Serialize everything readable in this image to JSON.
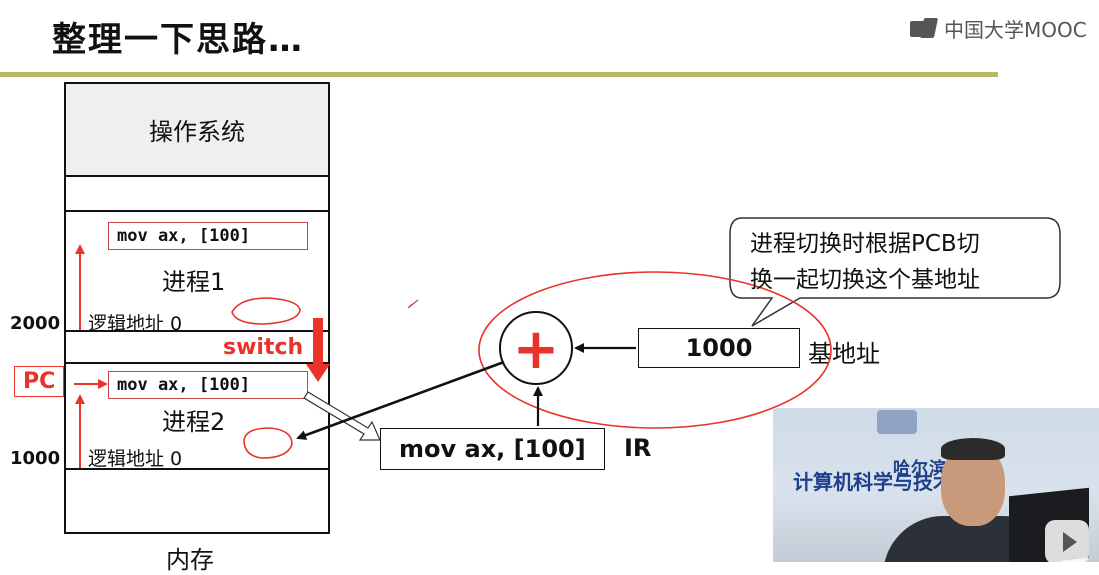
{
  "slide": {
    "title": "整理一下思路…",
    "logo_text": "中国大学MOOC"
  },
  "memory": {
    "os_label": "操作系统",
    "process1": {
      "code": "mov ax, [100]",
      "name": "进程1",
      "logical_addr": "逻辑地址 0",
      "base_addr": "2000"
    },
    "process2": {
      "code": "mov ax, [100]",
      "name": "进程2",
      "logical_addr": "逻辑地址 0",
      "base_addr": "1000"
    },
    "caption": "内存"
  },
  "switch_label": "switch",
  "pc_label": "PC",
  "ir": {
    "code": "mov ax, [100]",
    "label": "IR"
  },
  "adder_symbol": "+",
  "base_register": {
    "value": "1000",
    "label": "基地址"
  },
  "callout": {
    "line1": "进程切换时根据PCB切",
    "line2": "换一起切换这个基地址"
  },
  "video": {
    "school_text": "哈尔滨工业",
    "college_text": "计算机科学与技术学院",
    "play_icon": "play-icon"
  },
  "colors": {
    "accent_red": "#e8322a",
    "rule": "#b8b86a"
  }
}
